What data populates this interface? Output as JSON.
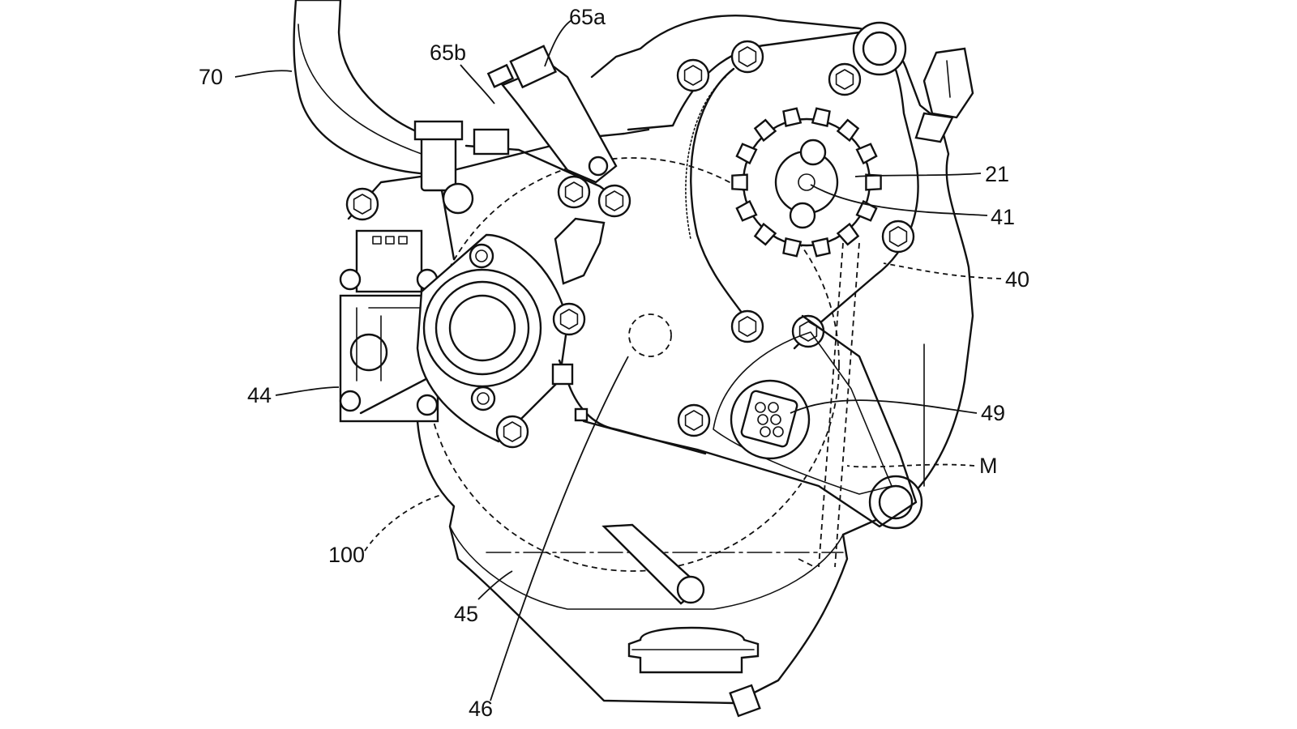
{
  "labels": {
    "l70": "70",
    "l65a": "65a",
    "l65b": "65b",
    "l21": "21",
    "l41": "41",
    "l40": "40",
    "l44": "44",
    "l49": "49",
    "lM": "M",
    "l100": "100",
    "l45": "45",
    "l46": "46"
  }
}
